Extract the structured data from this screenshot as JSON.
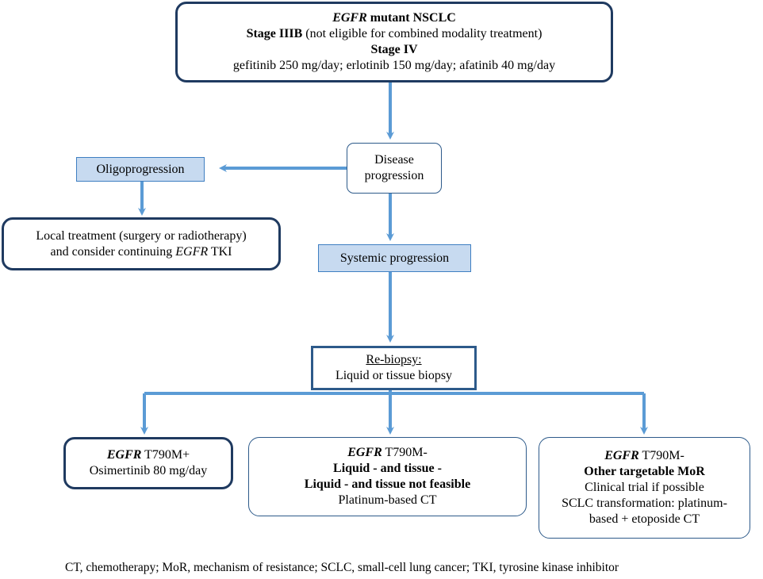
{
  "top_box": {
    "line1_italic": "EGFR",
    "line1_rest": " mutant NSCLC",
    "line2_bold": "Stage IIIB",
    "line2_rest": " (not eligible for combined modality treatment)",
    "line3": "Stage IV",
    "line4": "gefitinib 250 mg/day; erlotinib 150 mg/day; afatinib 40 mg/day"
  },
  "disease_progression": {
    "line1": "Disease",
    "line2": "progression"
  },
  "oligoprogression": {
    "label": "Oligoprogression"
  },
  "local_treatment": {
    "line1": "Local treatment (surgery or radiotherapy)",
    "line2_prefix": "and consider continuing ",
    "line2_italic": "EGFR",
    "line2_suffix": " TKI"
  },
  "systemic_progression": {
    "label": "Systemic progression"
  },
  "rebiopsy": {
    "line1": "Re-biopsy:",
    "line2": "Liquid or tissue biopsy"
  },
  "t790m_pos": {
    "line1_italic": "EGFR",
    "line1_rest": " T790M+",
    "line2": "Osimertinib  80 mg/day"
  },
  "t790m_neg": {
    "line1_italic": "EGFR",
    "line1_rest": " T790M-",
    "line2": "Liquid - and tissue -",
    "line3": "Liquid - and tissue not feasible",
    "line4": "Platinum-based CT"
  },
  "t790m_other": {
    "line1_italic": "EGFR",
    "line1_rest": " T790M-",
    "line2": "Other targetable MoR",
    "line3": "Clinical trial if possible",
    "line4": "SCLC transformation: platinum-",
    "line5": "based + etoposide CT"
  },
  "footnote": "CT, chemotherapy; MoR, mechanism of resistance; SCLC, small-cell lung cancer; TKI, tyrosine kinase inhibitor",
  "colors": {
    "arrow": "#5b9bd5",
    "border_dark": "#1f3a60",
    "fill_light": "#c7daf0"
  }
}
